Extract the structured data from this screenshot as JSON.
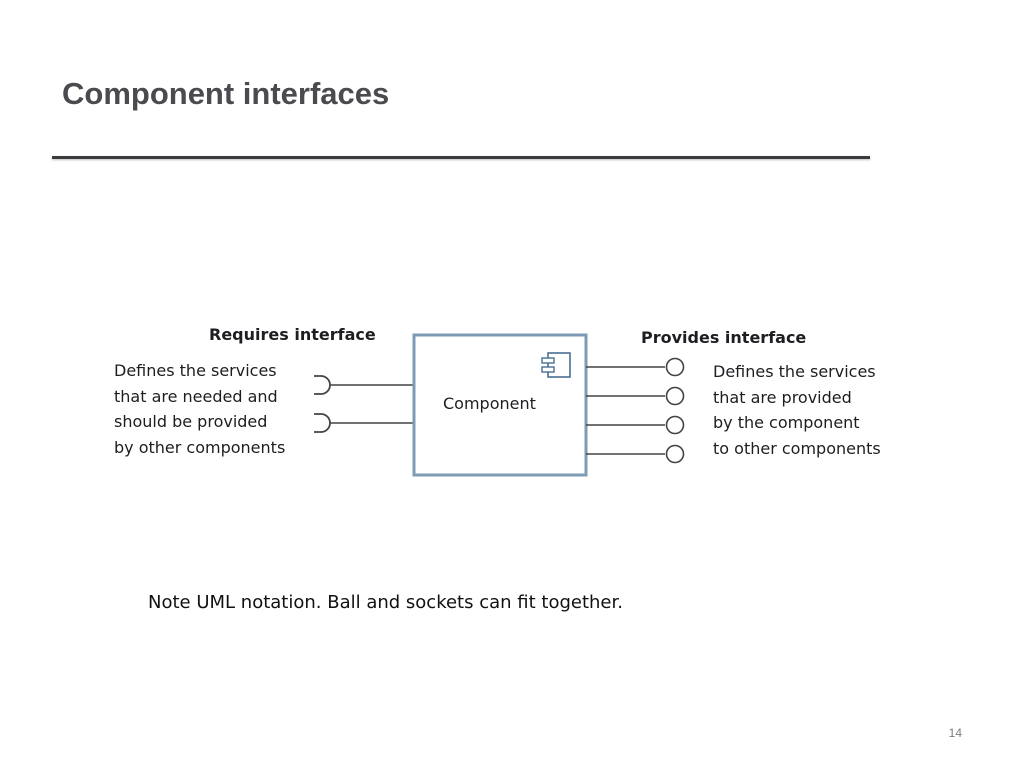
{
  "slide": {
    "title": "Component interfaces",
    "note": "Note UML notation. Ball and sockets can fit together.",
    "page_number": "14"
  },
  "diagram": {
    "requires": {
      "header": "Requires interface",
      "lines": [
        "Defines the services",
        "that are needed and",
        "should be provided",
        "by other components"
      ]
    },
    "provides": {
      "header": "Provides interface",
      "lines": [
        "Defines the services",
        "that are provided",
        "by the component",
        "to other components"
      ]
    },
    "component_label": "Component",
    "colors": {
      "box_border": "#7d9bb4",
      "box_fill": "#ffffff",
      "connector": "#444444"
    }
  }
}
